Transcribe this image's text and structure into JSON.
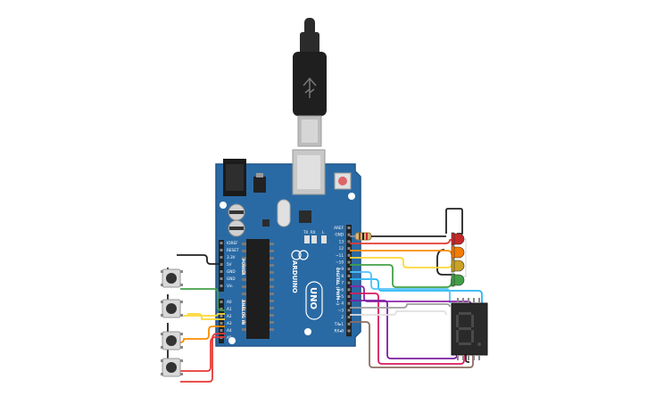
{
  "board": {
    "brand": "ARDUINO",
    "model": "UNO",
    "power_header_title": "POWER",
    "analog_header_title": "ANALOG IN",
    "digital_header_title": "DIGITAL (PWM~)",
    "power_pins": [
      "IOREF",
      "RESET",
      "3.3V",
      "5V",
      "GND",
      "GND",
      "Vin"
    ],
    "analog_pins": [
      "A0",
      "A1",
      "A2",
      "A3",
      "A4",
      "A5"
    ],
    "digital_pins": [
      "AREF",
      "GND",
      "13",
      "12",
      "~11",
      "~10",
      "~9",
      "8",
      "7",
      "~6",
      "~5",
      "4",
      "~3",
      "2",
      "TX▸1",
      "RX◂0"
    ],
    "led_labels": [
      "TX",
      "RX",
      "L"
    ]
  },
  "display": {
    "digit": "8."
  },
  "colors": {
    "board": "#2a6aa4",
    "board_edge": "#1f5588",
    "led_red": "#c62828",
    "led_orange": "#f57c00",
    "led_yellow": "#c9a227",
    "led_green": "#43a047",
    "wire_black": "#222222",
    "wire_red": "#e53935",
    "wire_orange": "#fb8c00",
    "wire_yellow": "#fdd835",
    "wire_green": "#43a047",
    "wire_cyan": "#29b6f6",
    "wire_purple": "#8e24aa",
    "wire_magenta": "#d81b60",
    "wire_gray": "#9e9e9e",
    "wire_brown": "#8d6e63",
    "wire_white": "#e0e0e0"
  }
}
